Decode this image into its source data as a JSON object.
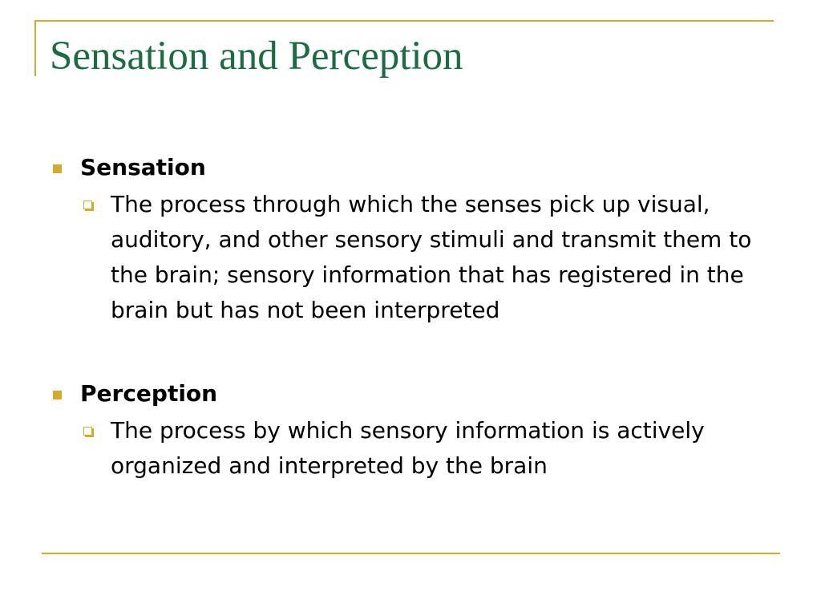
{
  "slide": {
    "title": "Sensation and Perception",
    "bullets": [
      {
        "heading": "Sensation",
        "sub": "The process through which the senses pick up visual, auditory, and other sensory stimuli and transmit them to the brain; sensory information that has registered in the brain but has not been interpreted"
      },
      {
        "heading": "Perception",
        "sub": "The process by which sensory information is actively organized and interpreted by the brain"
      }
    ]
  },
  "colors": {
    "title": "#1b6b43",
    "accent": "#d4aa2c",
    "text": "#000000",
    "background": "#ffffff"
  },
  "icons": {
    "level1": "filled-square-bullet-icon",
    "level2": "hollow-square-bullet-icon"
  }
}
